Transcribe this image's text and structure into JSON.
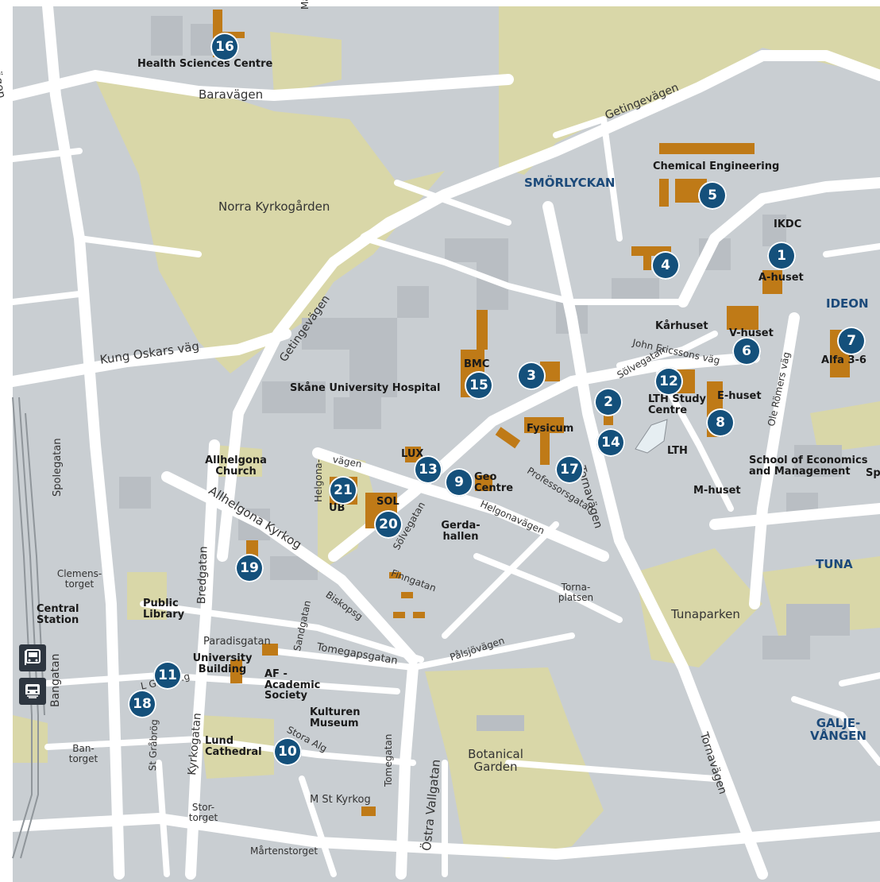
{
  "map": {
    "places": {
      "health_sciences_centre": "Health Sciences Centre",
      "norra_kyrkogarden": "Norra Kyrkogården",
      "smorlyckan": "SMÖRLYCKAN",
      "chemical_engineering": "Chemical Engineering",
      "ikdc": "IKDC",
      "a_huset": "A-huset",
      "ideon": "IDEON",
      "karhuset": "Kårhuset",
      "v_huset": "V-huset",
      "alfa": "Alfa 3-6",
      "bmc": "BMC",
      "skane_hospital": "Skåne University Hospital",
      "lth_study_centre": "LTH Study Centre",
      "e_huset": "E-huset",
      "fysicum": "Fysicum",
      "lth": "LTH",
      "lux": "LUX",
      "geo_centre": "Geo Centre",
      "allhelgona_church": "Allhelgona Church",
      "ub": "UB",
      "sol": "SOL",
      "gerdahallen": "Gerda-hallen",
      "school_econ": "School of Economics and Management",
      "m_huset": "M-huset",
      "sp": "Sp",
      "tuna": "TUNA",
      "tunaparken": "Tunaparken",
      "clemenstorget": "Clemens-torget",
      "central_station": "Central Station",
      "public_library": "Public Library",
      "tornaplatsen": "Torna-platsen",
      "university_building": "University Building",
      "af_society": "AF - Academic Society",
      "kulturen": "Kulturen Museum",
      "lund_cathedral": "Lund Cathedral",
      "bantorget": "Ban-torget",
      "botanical_garden": "Botanical Garden",
      "galjevangen": "GALJE-VÅNGEN",
      "stortorget": "Stor-torget",
      "m_st_kyrkog": "M St Kyrkog",
      "martenstorget": "Mårtenstorget"
    },
    "streets": {
      "getingevagen_left": "ingevägen",
      "margareta": "Margareta",
      "baravagen": "Baravägen",
      "getingevagen_top": "Getingevägen",
      "getingevagen_mid": "Getingevägen",
      "kung_oskars": "Kung Oskars väg",
      "spolegatan": "Spolegatan",
      "solvegatan_top": "Sölvegatan",
      "john_ericssons": "John Ericssons väg",
      "ole_romers": "Ole Römers väg",
      "tornavagen_top": "Tornavägen",
      "helgonavagen_a": "Helgona-",
      "helgonavagen_b": "vägen",
      "professorsgatan": "Professorsgatan",
      "solvegatan_mid": "Sölvegatan",
      "helgonavagen_c": "Helgonavägen",
      "allhelgona_kyrkog": "Allhelgona Kyrkog",
      "bredgatan": "Bredgatan",
      "sandgatan": "Sandgatan",
      "finngatan": "Finngatan",
      "biskopsg": "Biskopsg",
      "paradisgatan": "Paradisgatan",
      "tomegapsgatan": "Tomegapsgatan",
      "palsjovagen": "Pålsjövägen",
      "bangatan": "Bangatan",
      "l_grabrog": "L Gråbrö.g",
      "st_grabrog": "St Gråbrög",
      "kyrkogatan": "Kyrkogatan",
      "stora_alg": "Stora Alg",
      "tomegatan": "Tomegatan",
      "ostra_vallgatan": "Östra Vallgatan",
      "tornavagen_bottom": "Tornavägen"
    },
    "markers": [
      {
        "number": "1"
      },
      {
        "number": "2"
      },
      {
        "number": "3"
      },
      {
        "number": "4"
      },
      {
        "number": "5"
      },
      {
        "number": "6"
      },
      {
        "number": "7"
      },
      {
        "number": "8"
      },
      {
        "number": "9"
      },
      {
        "number": "10"
      },
      {
        "number": "11"
      },
      {
        "number": "12"
      },
      {
        "number": "13"
      },
      {
        "number": "14"
      },
      {
        "number": "15"
      },
      {
        "number": "16"
      },
      {
        "number": "17"
      },
      {
        "number": "18"
      },
      {
        "number": "19"
      },
      {
        "number": "20"
      },
      {
        "number": "21"
      }
    ],
    "icons": {
      "bus": "bus-icon",
      "train": "train-icon"
    },
    "colors": {
      "background": "#c9ced2",
      "road": "#ffffff",
      "park": "#d9d7a8",
      "building": "#b9bec3",
      "university_building": "#bf7a17",
      "marker": "#14507b",
      "district_label": "#1c4a7a"
    }
  }
}
